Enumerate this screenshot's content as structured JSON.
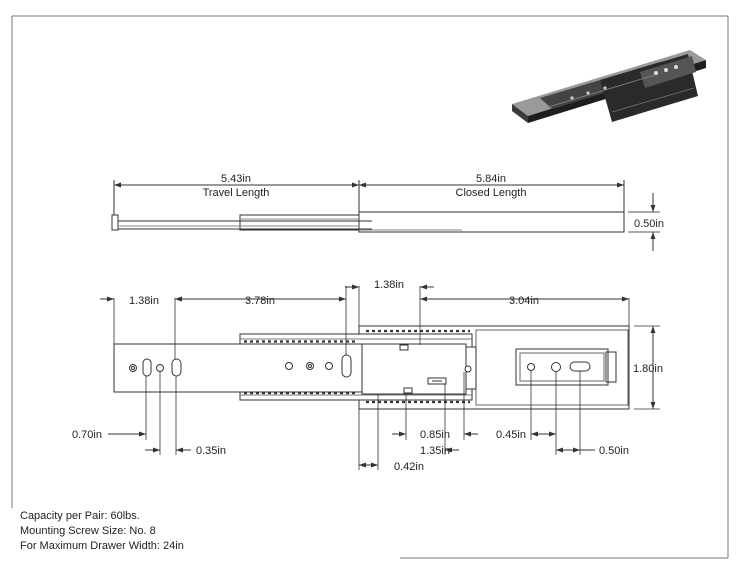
{
  "dimensions": {
    "travel_value": "5.43in",
    "travel_label": "Travel Length",
    "closed_value": "5.84in",
    "closed_label": "Closed Length",
    "thickness": "0.50in",
    "d_1_38_left": "1.38in",
    "d_3_78": "3.78in",
    "d_1_38_top": "1.38in",
    "d_3_04": "3.04in",
    "height": "1.80in",
    "d_0_70": "0.70in",
    "d_0_35": "0.35in",
    "d_0_85": "0.85in",
    "d_1_35": "1.35in",
    "d_0_42": "0.42in",
    "d_0_45": "0.45in",
    "d_0_50": "0.50in"
  },
  "notes": {
    "capacity": "Capacity per Pair: 60lbs.",
    "screw": "Mounting Screw Size: No. 8",
    "drawer": "For Maximum Drawer Width: 24in"
  },
  "icons": {
    "product": "drawer-slide-3d-render"
  }
}
